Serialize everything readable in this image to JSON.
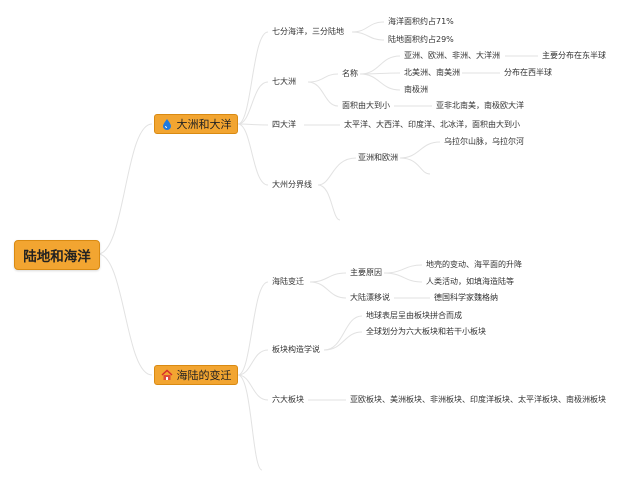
{
  "root": {
    "label": "陆地和海洋"
  },
  "branch1": {
    "label": "大洲和大洋",
    "icon": "droplet-icon",
    "topic1": {
      "label": "七分海洋，三分陆地",
      "items": [
        "海洋面积约占71%",
        "陆地面积约占29%"
      ]
    },
    "topic2": {
      "label": "七大洲",
      "name_label": "名称",
      "group1": "亚洲、欧洲、非洲、大洋洲",
      "group1_note": "主要分布在东半球",
      "group2": "北美洲、南美洲",
      "group2_note": "分布在西半球",
      "group3": "南极洲",
      "size_label": "面积由大到小",
      "size_value": "亚非北南美，南极欧大洋"
    },
    "topic3": {
      "label": "四大洋",
      "value": "太平洋、大西洋、印度洋、北冰洋，面积由大到小"
    },
    "topic4": {
      "label": "大州分界线",
      "sub1_label": "亚洲和欧洲",
      "sub1_item": "乌拉尔山脉，乌拉尔河"
    }
  },
  "branch2": {
    "label": "海陆的变迁",
    "icon": "house-icon",
    "topic1": {
      "label": "海陆变迁",
      "cause_label": "主要原因",
      "causes": [
        "地壳的变动、海平面的升降",
        "人类活动，如填海造陆等"
      ],
      "drift_label": "大陆漂移说",
      "drift_value": "德国科学家魏格纳"
    },
    "topic2": {
      "label": "板块构造学说",
      "items": [
        "地球表层呈由板块拼合而成",
        "全球划分为六大板块和若干小板块"
      ]
    },
    "topic3": {
      "label": "六大板块",
      "value": "亚欧板块、美洲板块、非洲板块、印度洋板块、太平洋板块、南极洲板块"
    }
  },
  "colors": {
    "accent": "#f2a531",
    "accent_border": "#d98a12",
    "line": "#e2e2e2"
  }
}
